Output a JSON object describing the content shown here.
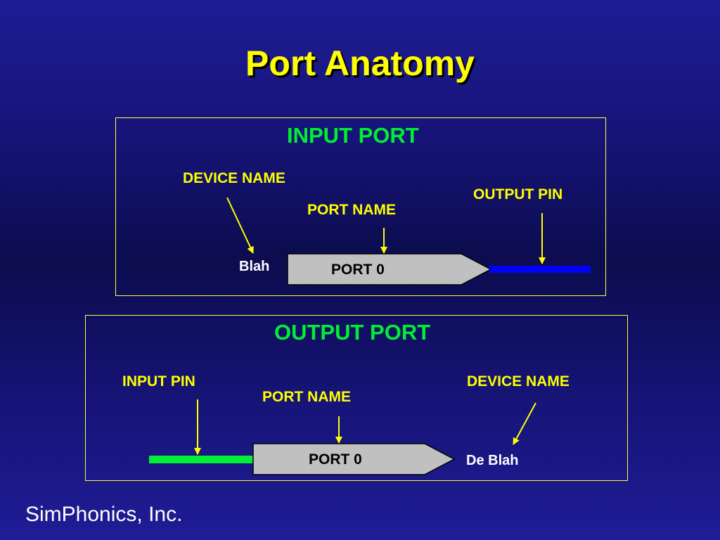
{
  "title": "Port Anatomy",
  "footer": "SimPhonics, Inc.",
  "colors": {
    "title": "#ffff00",
    "section_heading": "#00ee33",
    "label": "#ffff00",
    "border": "#ffff33",
    "arrow": "#ffff00",
    "port_body": "#c0c0c0",
    "output_pin": "#0000ff",
    "input_pin": "#00ee33"
  },
  "input_port": {
    "heading": "INPUT PORT",
    "device_name_label": "DEVICE NAME",
    "port_name_label": "PORT NAME",
    "output_pin_label": "OUTPUT PIN",
    "device_value": "Blah",
    "port_value": "PORT 0"
  },
  "output_port": {
    "heading": "OUTPUT PORT",
    "input_pin_label": "INPUT PIN",
    "port_name_label": "PORT NAME",
    "device_name_label": "DEVICE NAME",
    "device_value": "De Blah",
    "port_value": "PORT 0"
  }
}
